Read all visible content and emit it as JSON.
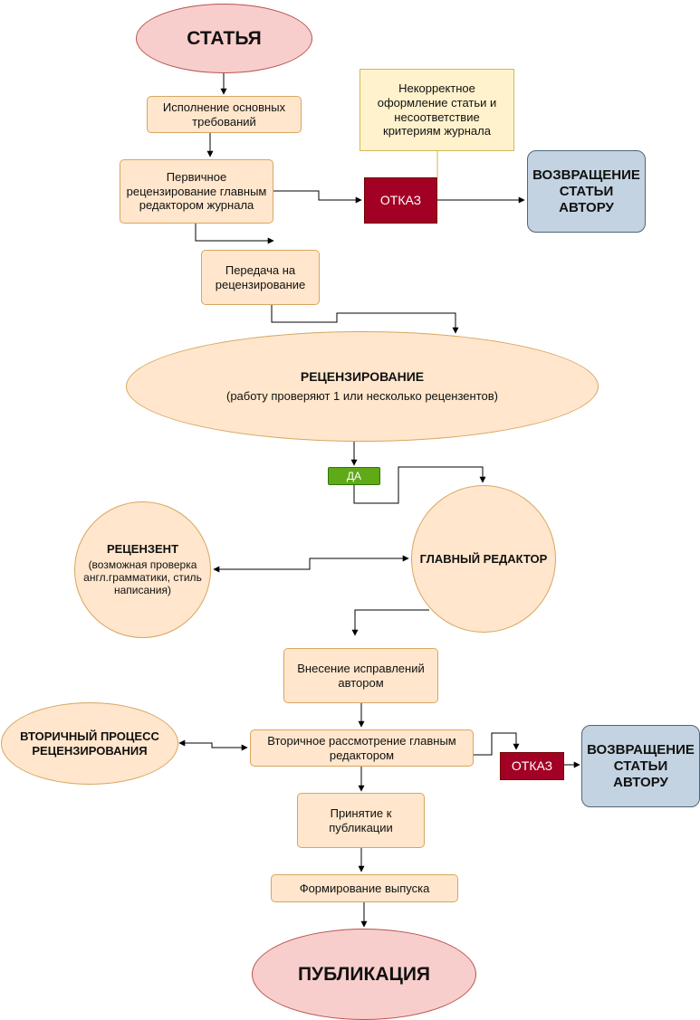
{
  "nodes": {
    "start": "СТАТЬЯ",
    "requirements": "Исполнение основных требований",
    "initial_review": "Первичное рецензирование главным редактором журнала",
    "note_incorrect": "Некорректное оформление статьи и несоответствие критериям журнала",
    "reject_1": "ОТКАЗ",
    "return_1": "ВОЗВРАЩЕНИЕ СТАТЬИ АВТОРУ",
    "transfer": "Передача на рецензирование",
    "review_title": "РЕЦЕНЗИРОВАНИЕ",
    "review_sub": "(работу проверяют 1 или несколько рецензентов)",
    "yes_label": "ДА",
    "reviewer_title": "РЕЦЕНЗЕНТ",
    "reviewer_sub": "(возможная проверка англ.грамматики, стиль написания)",
    "chief_editor": "ГЛАВНЫЙ РЕДАКТОР",
    "corrections": "Внесение исправлений автором",
    "secondary_process": "ВТОРИЧНЫЙ ПРОЦЕСС РЕЦЕНЗИРОВАНИЯ",
    "secondary_review": "Вторичное рассмотрение главным редактором",
    "reject_2": "ОТКАЗ",
    "return_2": "ВОЗВРАЩЕНИЕ СТАТЬИ АВТОРУ",
    "acceptance": "Принятие к публикации",
    "issue_forming": "Формирование выпуска",
    "publication": "ПУБЛИКАЦИЯ"
  },
  "colors": {
    "process_fill": "#ffe6cc",
    "process_stroke": "#d7a660",
    "terminal_fill": "#f8cecc",
    "reject_fill": "#a20025",
    "return_fill": "#c3d3e1",
    "note_fill": "#fff2cc",
    "yes_fill": "#60a917"
  }
}
